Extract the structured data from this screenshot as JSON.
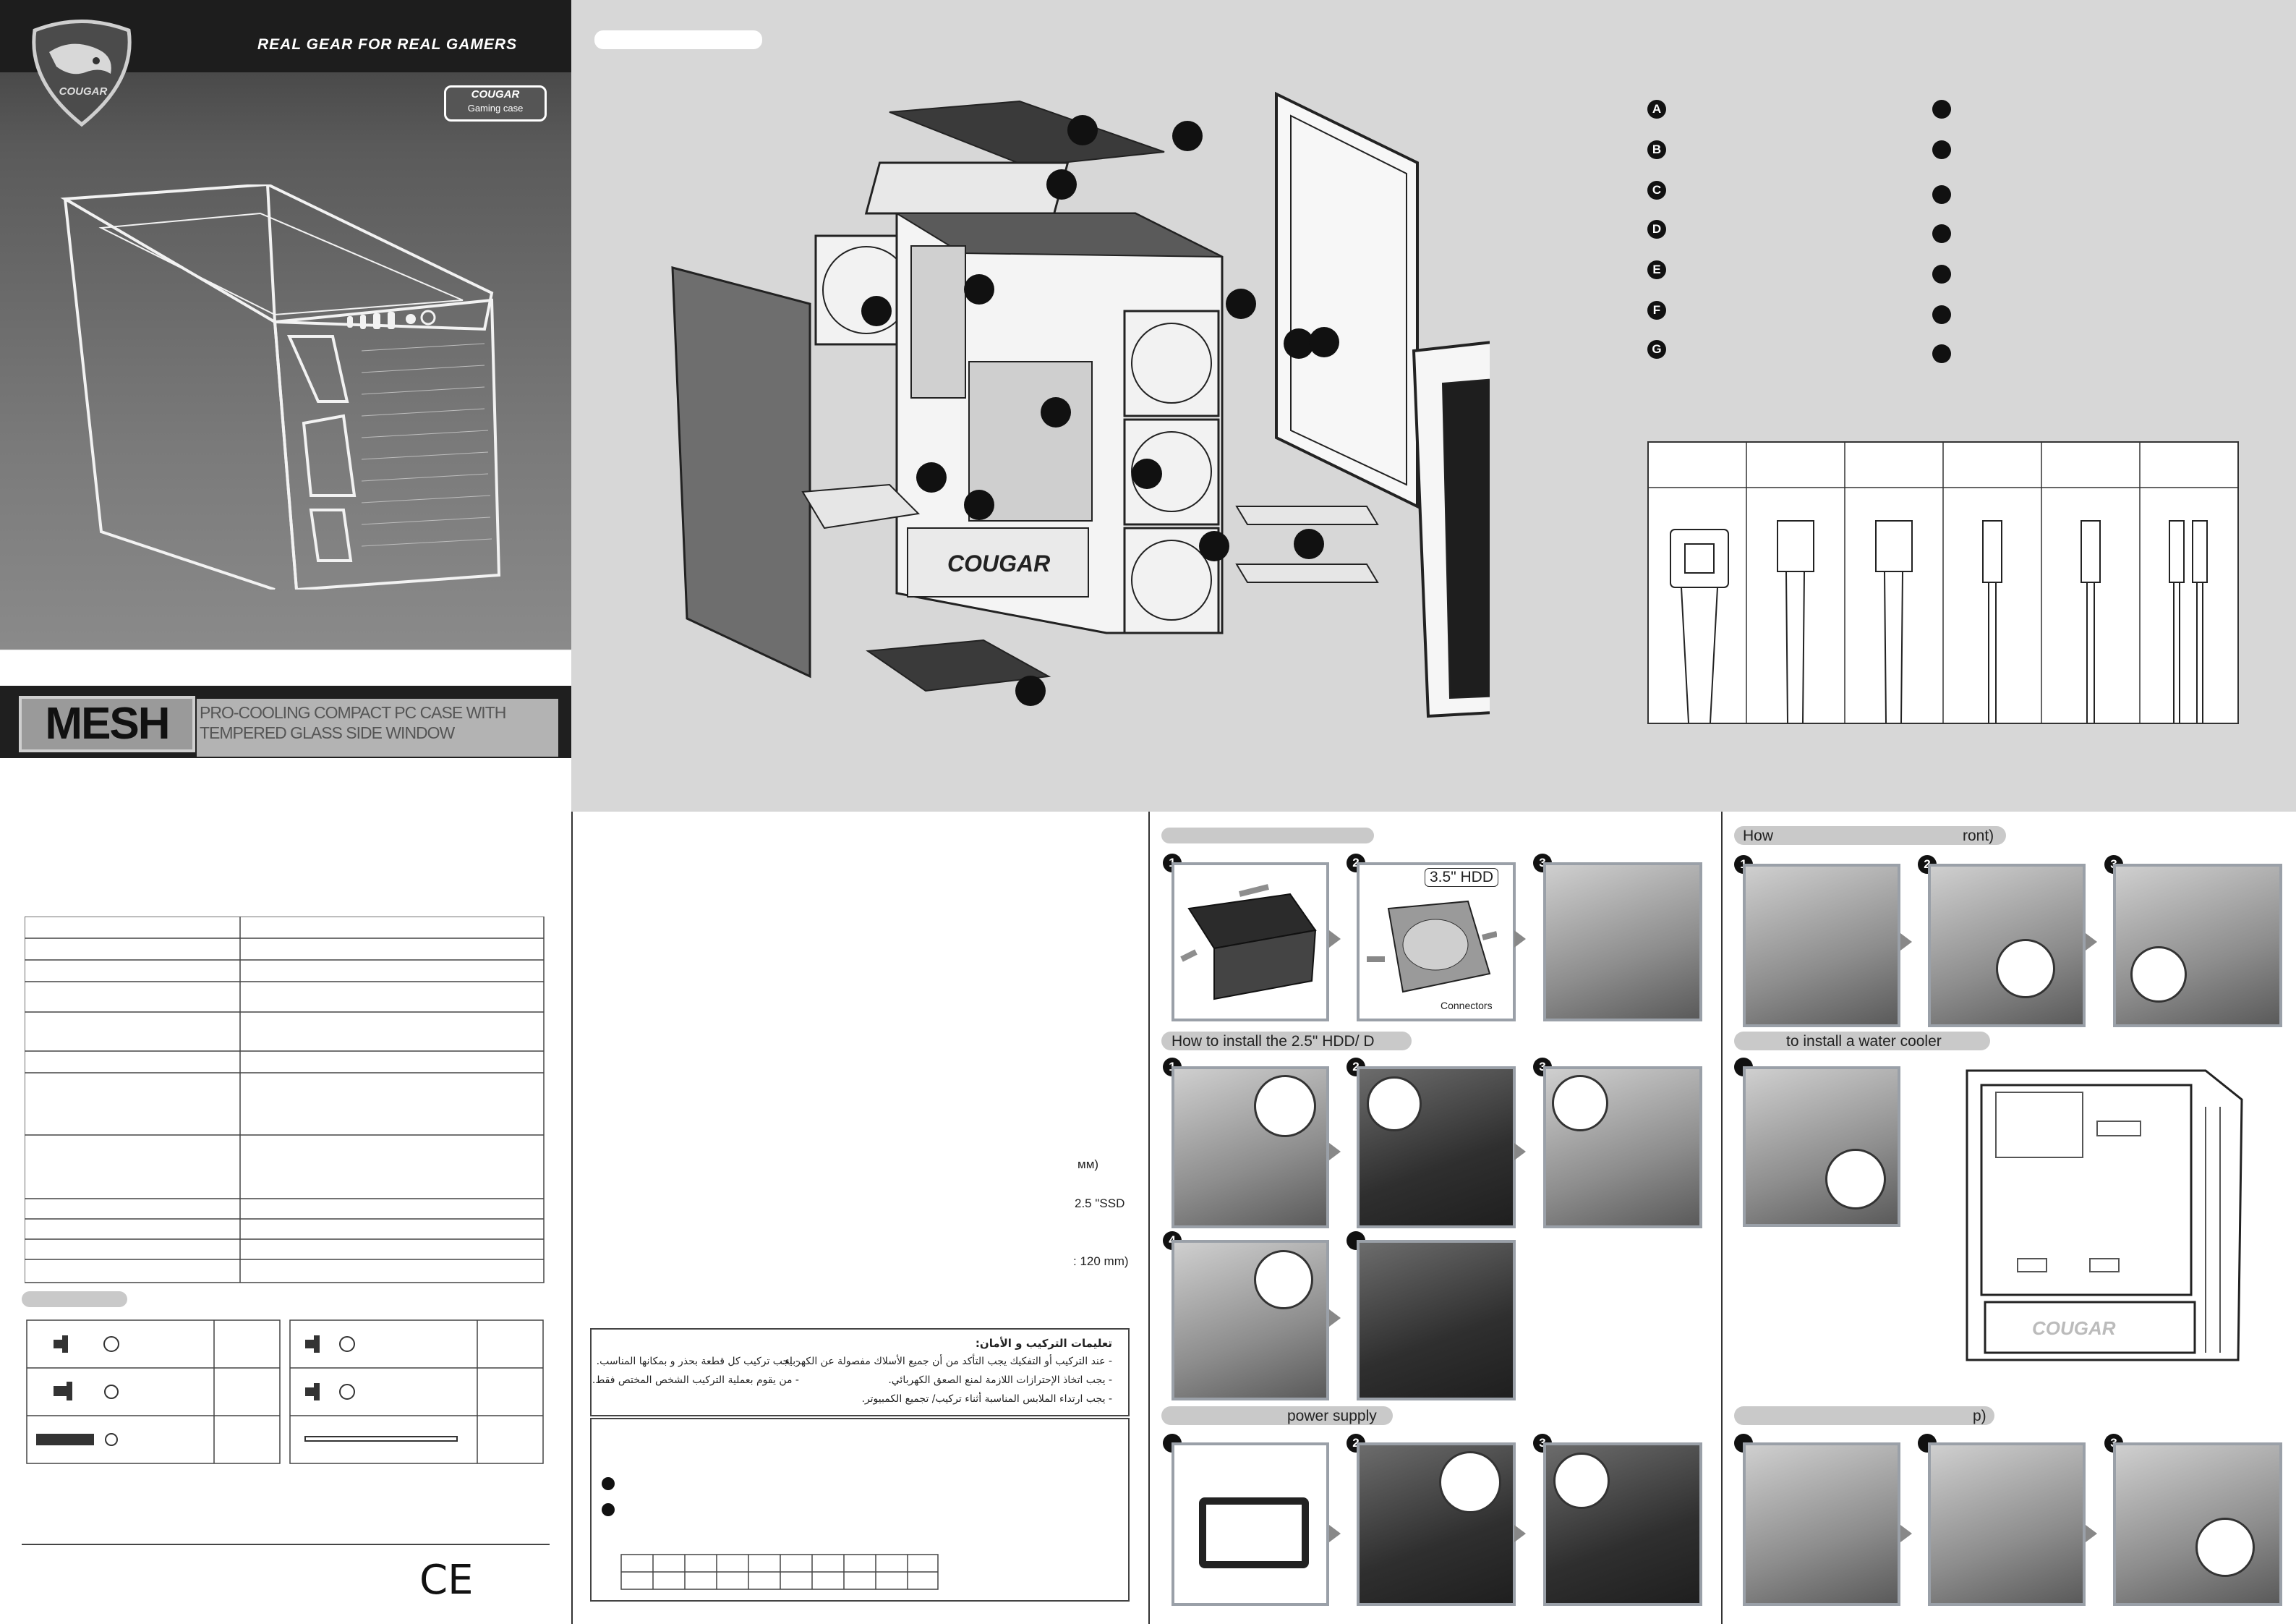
{
  "cover": {
    "tagline": "REAL GEAR FOR REAL GAMERS",
    "logo_text": "COUGAR",
    "badge": {
      "line1": "COUGAR",
      "line2": "Gaming case"
    },
    "product_name": "MESH",
    "product_subtitle_line1": "PRO-COOLING COMPACT PC CASE WITH",
    "product_subtitle_line2": "TEMPERED GLASS SIDE WINDOW"
  },
  "exploded_view": {
    "legend_left": [
      "A",
      "B",
      "C",
      "D",
      "E",
      "F",
      "G"
    ],
    "connector_columns": 6,
    "case_branding": "COUGAR"
  },
  "install_steps": {
    "hdd35": {
      "steps": [
        "1",
        "2",
        "3"
      ],
      "hdd_label": "3.5\" HDD",
      "connectors_label": "Connectors"
    },
    "hdd25": {
      "title": "How to install the 2.5\" HDD/    D",
      "steps": [
        "1",
        "2",
        "3",
        "4"
      ]
    },
    "psu": {
      "title": "power supply",
      "steps": [
        "2",
        "3"
      ]
    },
    "front": {
      "title_left": "How",
      "title_right": "ront)",
      "steps": [
        "1",
        "2",
        "3"
      ]
    },
    "water": {
      "title": "to install a water cooler",
      "branding": "COUGAR"
    },
    "top": {
      "title_right": "p)",
      "steps": [
        "3"
      ]
    }
  },
  "middle_column": {
    "notes": [
      "мм)",
      "2.5 \"SSD",
      ": 120 mm)"
    ],
    "arabic_title": "تعليمات التركيب و الأمان:",
    "arabic_right": [
      "- عند التركيب أو التفكيك يجب التأكد من أن جميع الأسلاك مفصولة عن الكهرباء.",
      "- يجب اتخاذ الإحترازات اللازمة لمنع الصعق الكهربائي.",
      "- يجب ارتداء الملابس المناسبة أثناء تركيب/ تجميع الكمبيوتر."
    ],
    "arabic_left": [
      "- يجب تركيب كل قطعة بحذر و بمكانها المناسب.",
      "- من يقوم بعملية التركيب الشخص المختص فقط."
    ]
  },
  "footer": {
    "ce_mark": "CE"
  }
}
